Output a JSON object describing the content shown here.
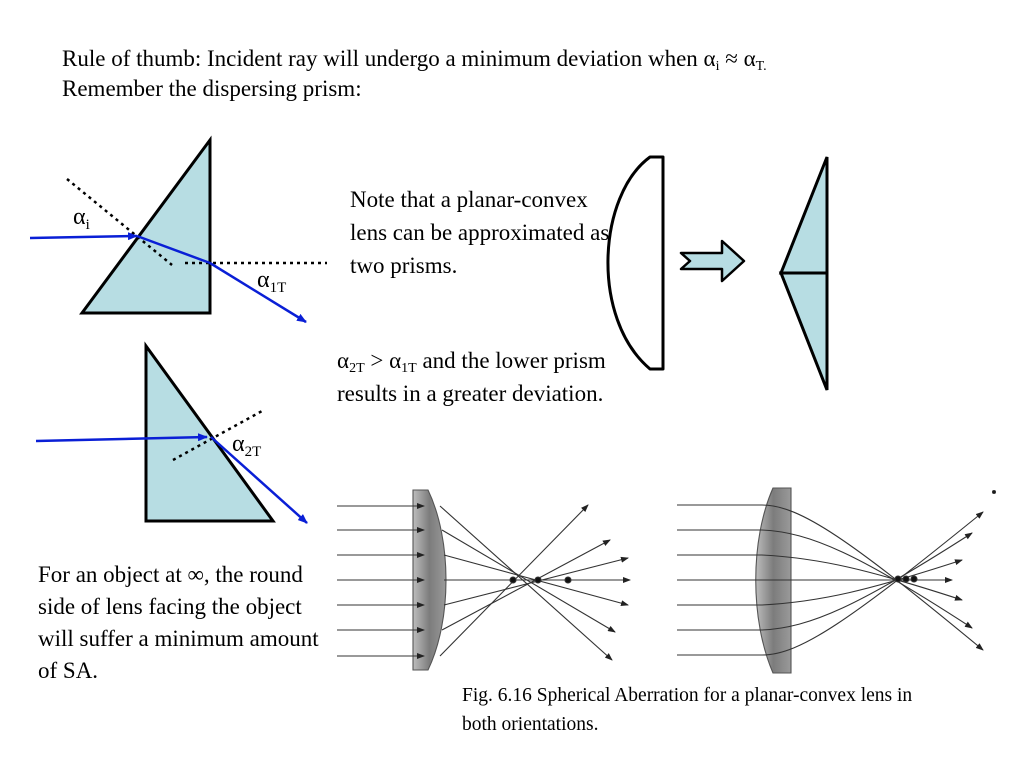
{
  "header": {
    "line1_prefix": "Rule of thumb: Incident ray will undergo a minimum deviation when α",
    "line1_sub_i": "i",
    "line1_approx": " ≈ α",
    "line1_sub_t": "T.",
    "line2": "Remember the dispersing prism:"
  },
  "prism_labels": {
    "alpha": "α",
    "sub_i": "i",
    "sub_1t": "1T",
    "sub_2t": "2T"
  },
  "note_text": "Note that a planar-convex lens can be approximated as two prisms.",
  "compare": {
    "alpha1": "α",
    "sub1": "2T",
    "gt": " >  α",
    "sub2": "1T",
    "rest": " and the lower prism results in a greater deviation."
  },
  "object_text": "For an object at ∞, the round side of lens facing the object will suffer a minimum amount of SA.",
  "caption": "Fig. 6.16  Spherical Aberration for a planar-convex lens in both orientations.",
  "colors": {
    "prism_fill": "#b7dde3",
    "ray_blue": "#0a1fd6",
    "outline": "#000000",
    "lens_gray": "#8a8a8a"
  }
}
